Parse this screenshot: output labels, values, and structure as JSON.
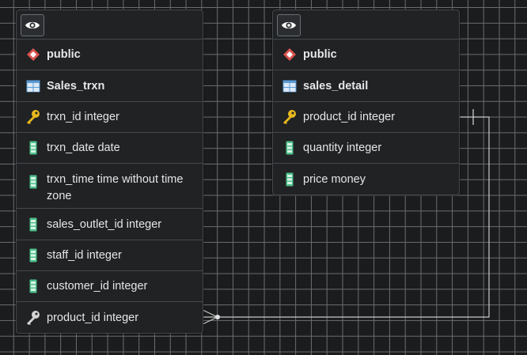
{
  "entities": [
    {
      "schema": "public",
      "table": "Sales_trxn",
      "columns": [
        {
          "label": "trxn_id integer",
          "icon": "primary-key-icon"
        },
        {
          "label": "trxn_date date",
          "icon": "column-icon"
        },
        {
          "label": "trxn_time time without time zone",
          "icon": "column-icon"
        },
        {
          "label": "sales_outlet_id integer",
          "icon": "column-icon"
        },
        {
          "label": "staff_id integer",
          "icon": "column-icon"
        },
        {
          "label": "customer_id integer",
          "icon": "column-icon"
        },
        {
          "label": "product_id integer",
          "icon": "foreign-key-icon"
        }
      ]
    },
    {
      "schema": "public",
      "table": "sales_detail",
      "columns": [
        {
          "label": "product_id integer",
          "icon": "primary-key-icon"
        },
        {
          "label": "quantity integer",
          "icon": "column-icon"
        },
        {
          "label": "price money",
          "icon": "column-icon"
        }
      ]
    }
  ],
  "relationship": {
    "from": "Sales_trxn.product_id",
    "to": "sales_detail.product_id",
    "type": "many-to-one"
  },
  "colors": {
    "background": "#1b1c1d",
    "grid": "#6a6d70",
    "panel": "#202224",
    "schema_icon": "#d9534f",
    "table_icon": "#5b9bd5",
    "key_icon": "#e8b81e",
    "column_icon": "#4fc08d"
  }
}
